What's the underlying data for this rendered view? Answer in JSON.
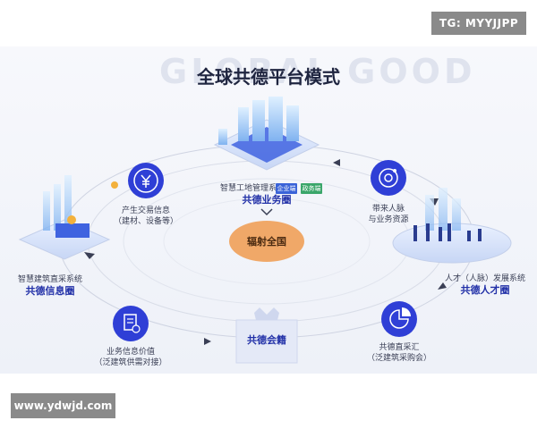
{
  "watermarks": {
    "top_right": "TG: MYYJJPP",
    "bottom_left": "www.ydwjd.com"
  },
  "background_word": "GLOBAL GOOD",
  "title": "全球共德平台模式",
  "center": "辐射全国",
  "nodes": {
    "business": {
      "line1": "智慧工地管理系统",
      "tag1": "企业端",
      "tag2": "政务端",
      "name": "共德业务圈"
    },
    "talent_link": {
      "line1": "带来人脉",
      "line2": "与业务资源"
    },
    "trade_info": {
      "line1": "产生交易信息",
      "line2": "（建材、设备等）"
    },
    "info_circle": {
      "line1": "智慧建筑直采系统",
      "name": "共德信息圈"
    },
    "talent_circle": {
      "line1": "人才（人脉）发展系统",
      "name": "共德人才圈"
    },
    "price_info": {
      "line1": "业务信息价值",
      "line2": "（泛建筑供需对接）"
    },
    "member": {
      "name": "共德会籍"
    },
    "purchase": {
      "line1": "共德直采汇",
      "line2": "（泛建筑采购会）"
    }
  },
  "colors": {
    "icon_blue": "#2f3fd6",
    "center_orange": "#f0a868",
    "tag_blue": "#3a63d8",
    "tag_green": "#3aa66a"
  }
}
